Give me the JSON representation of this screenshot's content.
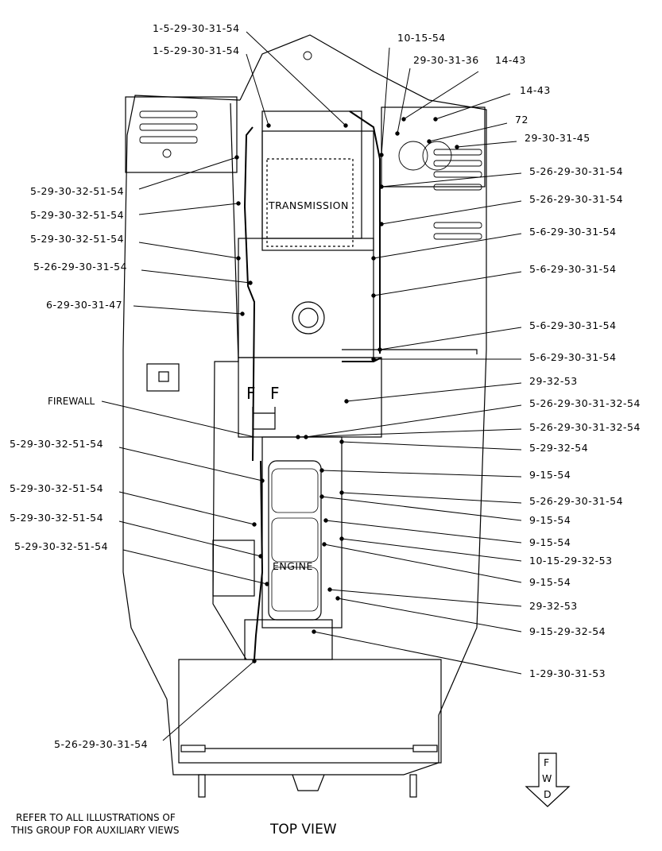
{
  "title": "TOP VIEW",
  "note_lines": [
    "REFER TO ALL ILLUSTRATIONS OF",
    "THIS GROUP FOR AUXILIARY VIEWS"
  ],
  "components": {
    "transmission": "TRANSMISSION",
    "engine": "ENGINE",
    "firewall": "FIREWALL",
    "f1": "F",
    "f2": "F"
  },
  "fwd_letters": [
    "F",
    "W",
    "D"
  ],
  "callouts": [
    "1-5-29-30-31-54",
    "1-5-29-30-31-54",
    "10-15-54",
    "29-30-31-36",
    "14-43",
    "14-43",
    "72",
    "29-30-31-45",
    "5-29-30-32-51-54",
    "5-26-29-30-31-54",
    "5-29-30-32-51-54",
    "5-26-29-30-31-54",
    "5-29-30-32-51-54",
    "5-6-29-30-31-54",
    "5-26-29-30-31-54",
    "5-6-29-30-31-54",
    "6-29-30-31-47",
    "5-6-29-30-31-54",
    "5-6-29-30-31-54",
    "29-32-53",
    "5-26-29-30-31-32-54",
    "5-26-29-30-31-32-54",
    "5-29-30-32-51-54",
    "5-29-32-54",
    "9-15-54",
    "5-29-30-32-51-54",
    "5-26-29-30-31-54",
    "9-15-54",
    "5-29-30-32-51-54",
    "9-15-54",
    "10-15-29-32-53",
    "5-29-30-32-51-54",
    "9-15-54",
    "29-32-53",
    "9-15-29-32-54",
    "1-29-30-31-53",
    "5-26-29-30-31-54"
  ]
}
